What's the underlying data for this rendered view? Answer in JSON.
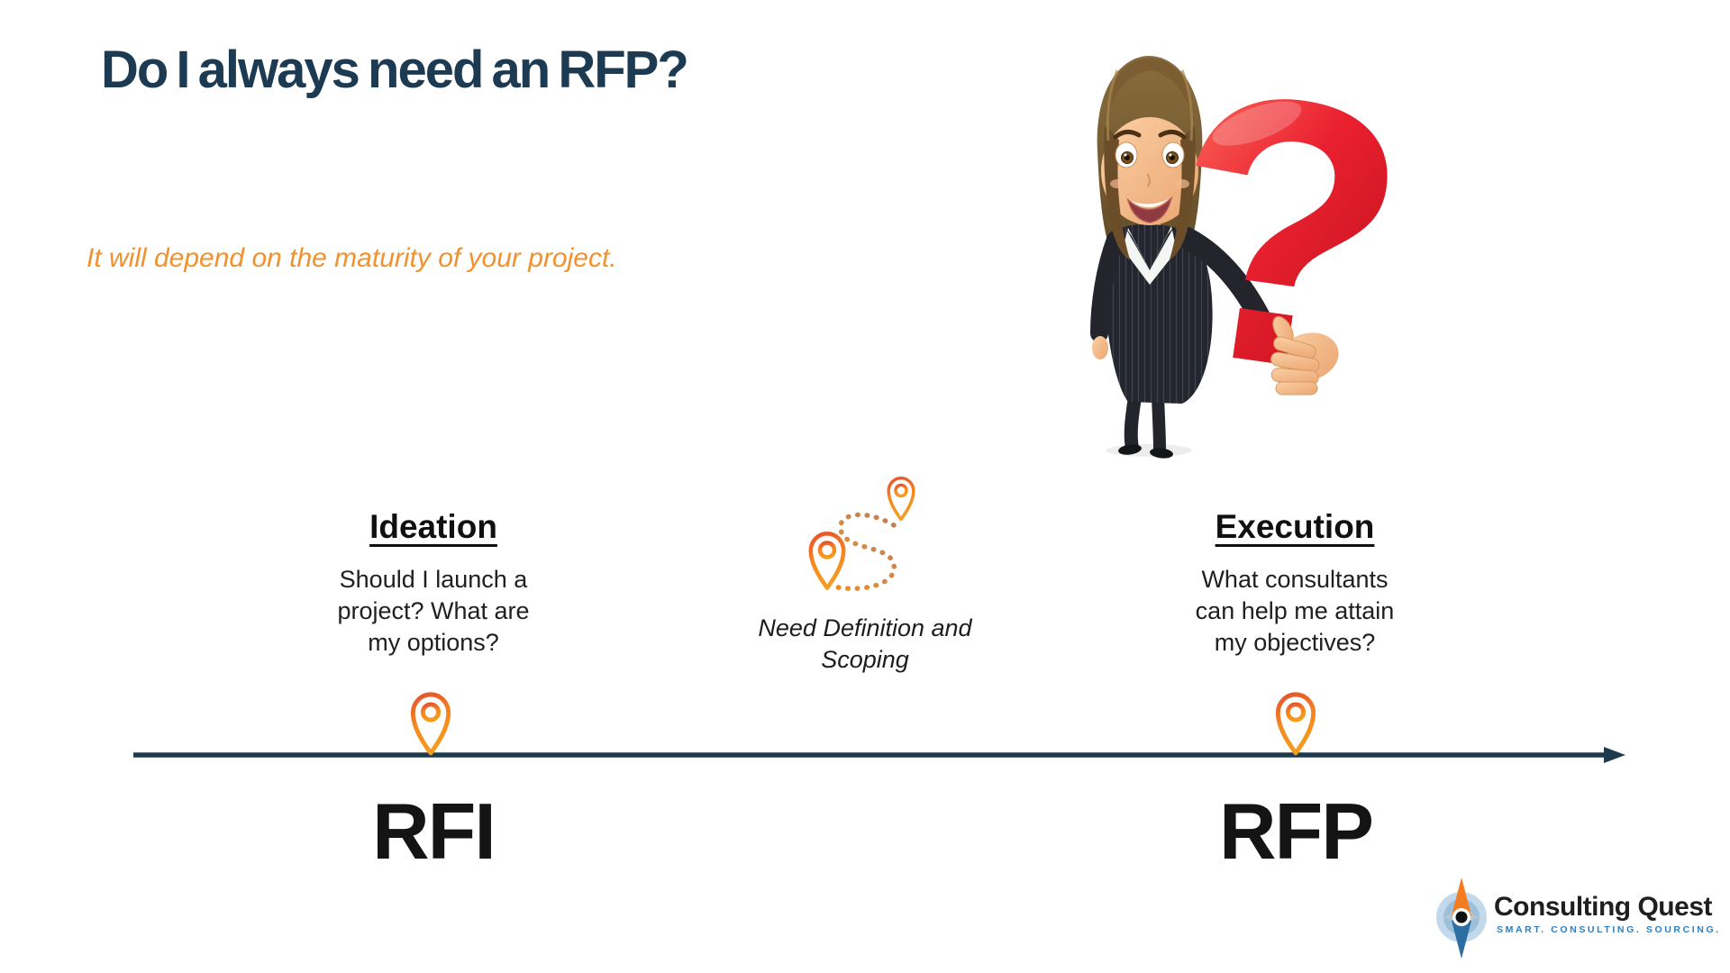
{
  "title": "Do I always need an RFP?",
  "subtitle": "It will depend on the maturity of your project.",
  "timeline": {
    "stages": [
      {
        "heading": "Ideation",
        "lines": [
          "Should I launch a",
          "project? What are",
          "my options?"
        ],
        "milestone": "RFI"
      },
      {
        "heading": "Execution",
        "lines": [
          "What consultants",
          "can help me attain",
          "my objectives?"
        ],
        "milestone": "RFP"
      }
    ],
    "middle_label_lines": [
      "Need Definition and",
      "Scoping"
    ]
  },
  "logo": {
    "name": "Consulting Quest",
    "tagline": "SMART. CONSULTING. SOURCING."
  },
  "illustration": {
    "alt": "3D businesswoman in dark pinstripe suit holding a large red question mark"
  },
  "icons": {
    "timeline_marker": "map-pin-icon",
    "middle_graphic": "route-between-pins-icon",
    "logo_icon": "compass-icon"
  },
  "colors": {
    "title_navy": "#1c3b52",
    "accent_orange": "#f2912d",
    "pin_orange": "#f5861f",
    "timeline_navy": "#1e3a4d",
    "question_red": "#e02128",
    "logo_orange": "#f47b20",
    "logo_blue": "#2e6da4",
    "tagline_blue": "#2e7fc1",
    "text_dark": "#202020"
  }
}
